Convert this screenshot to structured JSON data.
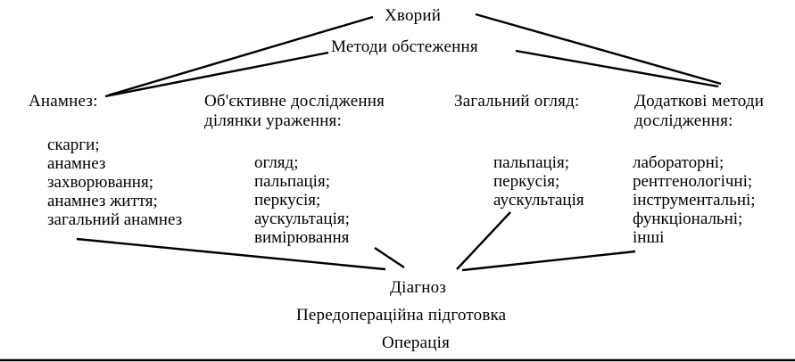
{
  "diagram": {
    "patient": "Хворий",
    "methods": "Методи обстеження",
    "categories": {
      "anamnesis": {
        "title": "Анамнез:",
        "items": [
          "скарги;",
          "анамнез",
          "захворювання;",
          "анамнез життя;",
          "загальний анамнез"
        ]
      },
      "objective": {
        "title_line1": "Об'єктивне дослідження",
        "title_line2": "ділянки ураження:",
        "items": [
          "огляд;",
          "пальпація;",
          "перкусія;",
          "аускультація;",
          "вимірювання"
        ]
      },
      "general": {
        "title": "Загальний огляд:",
        "items": [
          "пальпація;",
          "перкусія;",
          "аускультація"
        ]
      },
      "additional": {
        "title_line1": "Додаткові методи",
        "title_line2": "дослідження:",
        "items": [
          "лабораторні;",
          "рентгенологічні;",
          "інструментальні;",
          "функціональні;",
          "інші"
        ]
      }
    },
    "diagnosis": "Діагноз",
    "preparation": "Передопераційна підготовка",
    "operation": "Операція"
  }
}
